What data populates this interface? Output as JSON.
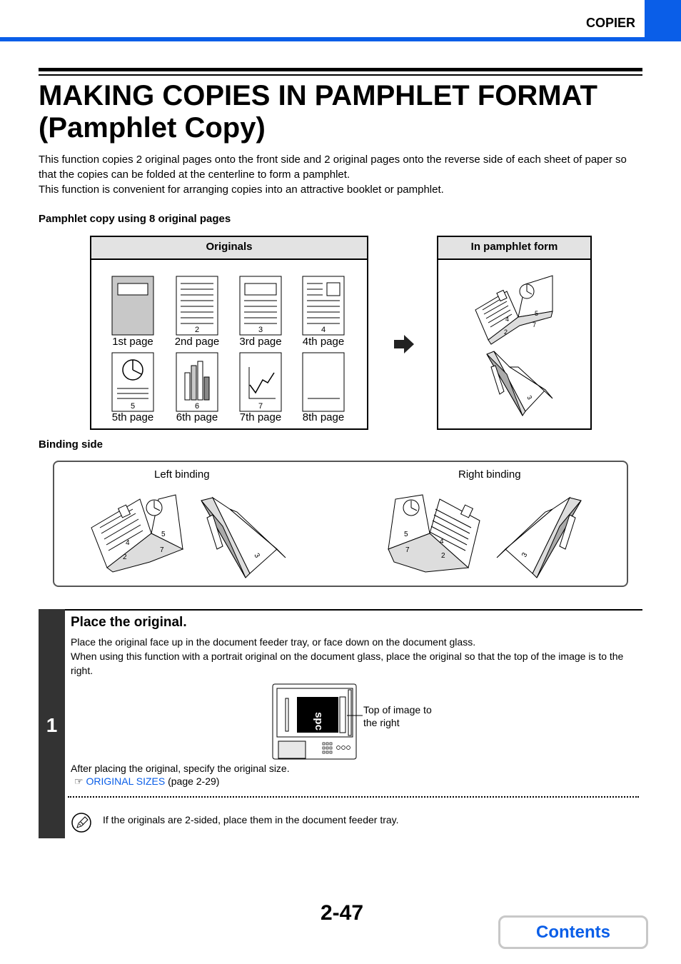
{
  "header": {
    "section": "COPIER"
  },
  "title": {
    "line1": "MAKING COPIES IN PAMPHLET FORMAT",
    "line2": "(Pamphlet Copy)"
  },
  "intro": {
    "p1": "This function copies 2 original pages onto the front side and 2 original pages onto the reverse side of each sheet of paper so that the copies can be folded at the centerline to form a pamphlet.",
    "p2": "This function is convenient for arranging copies into an attractive booklet or pamphlet."
  },
  "pamphlet_example": {
    "heading": "Pamphlet copy using 8 original pages",
    "originals_header": "Originals",
    "pamphlet_header": "In pamphlet form",
    "pages": [
      {
        "label": "1st page",
        "num": ""
      },
      {
        "label": "2nd page",
        "num": "2"
      },
      {
        "label": "3rd page",
        "num": "3"
      },
      {
        "label": "4th page",
        "num": "4"
      },
      {
        "label": "5th page",
        "num": "5"
      },
      {
        "label": "6th page",
        "num": "6"
      },
      {
        "label": "7th page",
        "num": "7"
      },
      {
        "label": "8th page",
        "num": ""
      }
    ],
    "book_numbers": {
      "n4": "4",
      "n5": "5",
      "n2": "2",
      "n7": "7",
      "n3": "3"
    }
  },
  "binding": {
    "heading": "Binding side",
    "left_label": "Left binding",
    "right_label": "Right binding"
  },
  "step": {
    "number": "1",
    "title": "Place the original.",
    "text1": "Place the original face up in the document feeder tray, or face down on the document glass.",
    "text2": "When using this function with a portrait original on the document glass, place the original so that the top of the image is to the right.",
    "glass_text": "spc",
    "callout": "Top of image to the right",
    "after": "After placing the original, specify the original size.",
    "ref_link": "ORIGINAL SIZES",
    "ref_page": "(page 2-29)",
    "note": "If the originals are 2-sided, place them in the document feeder tray."
  },
  "footer": {
    "page_number": "2-47",
    "contents_button": "Contents"
  }
}
